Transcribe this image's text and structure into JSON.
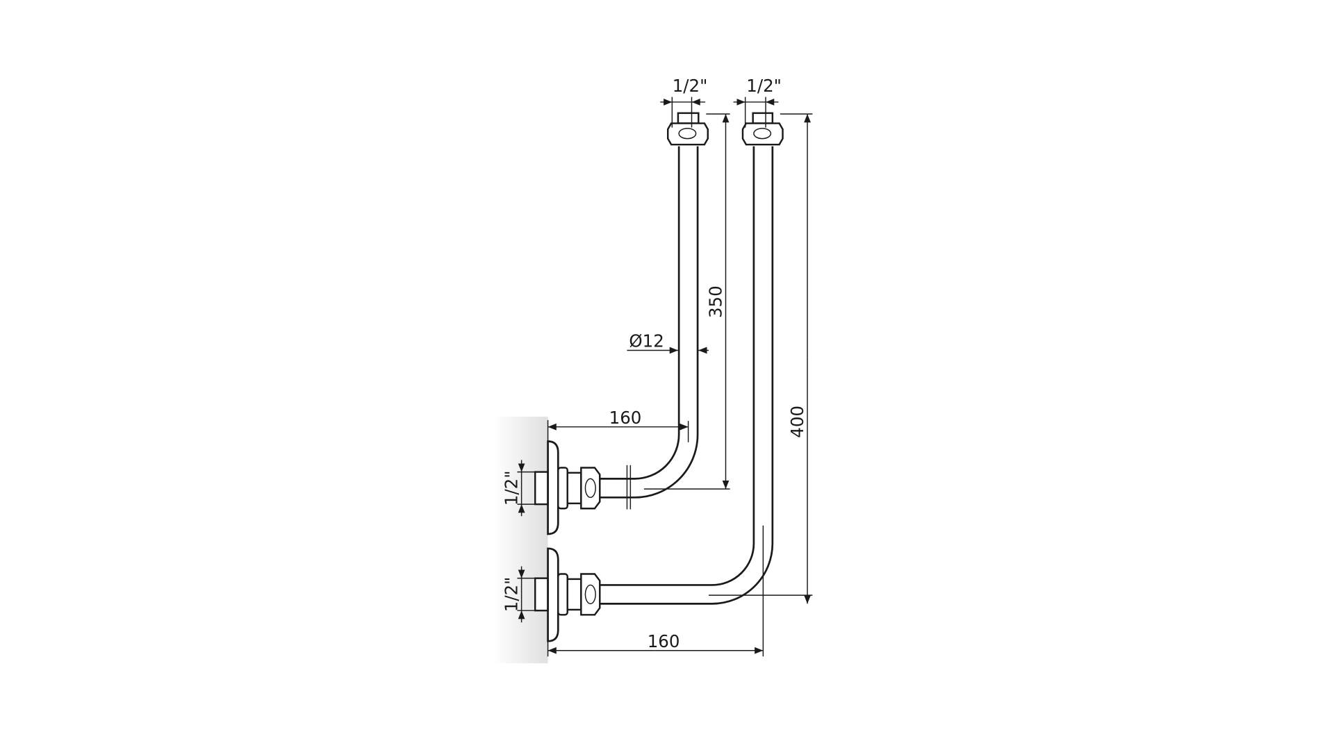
{
  "drawing": {
    "top_left_thread": "1/2\"",
    "top_right_thread": "1/2\"",
    "upper_wall_thread": "1/2\"",
    "lower_wall_thread": "1/2\"",
    "pipe_diameter": "Ø12",
    "upper_height": "350",
    "lower_height": "400",
    "upper_offset": "160",
    "lower_offset": "160"
  },
  "colors": {
    "line": "#1a1a1a",
    "background": "#ffffff"
  }
}
